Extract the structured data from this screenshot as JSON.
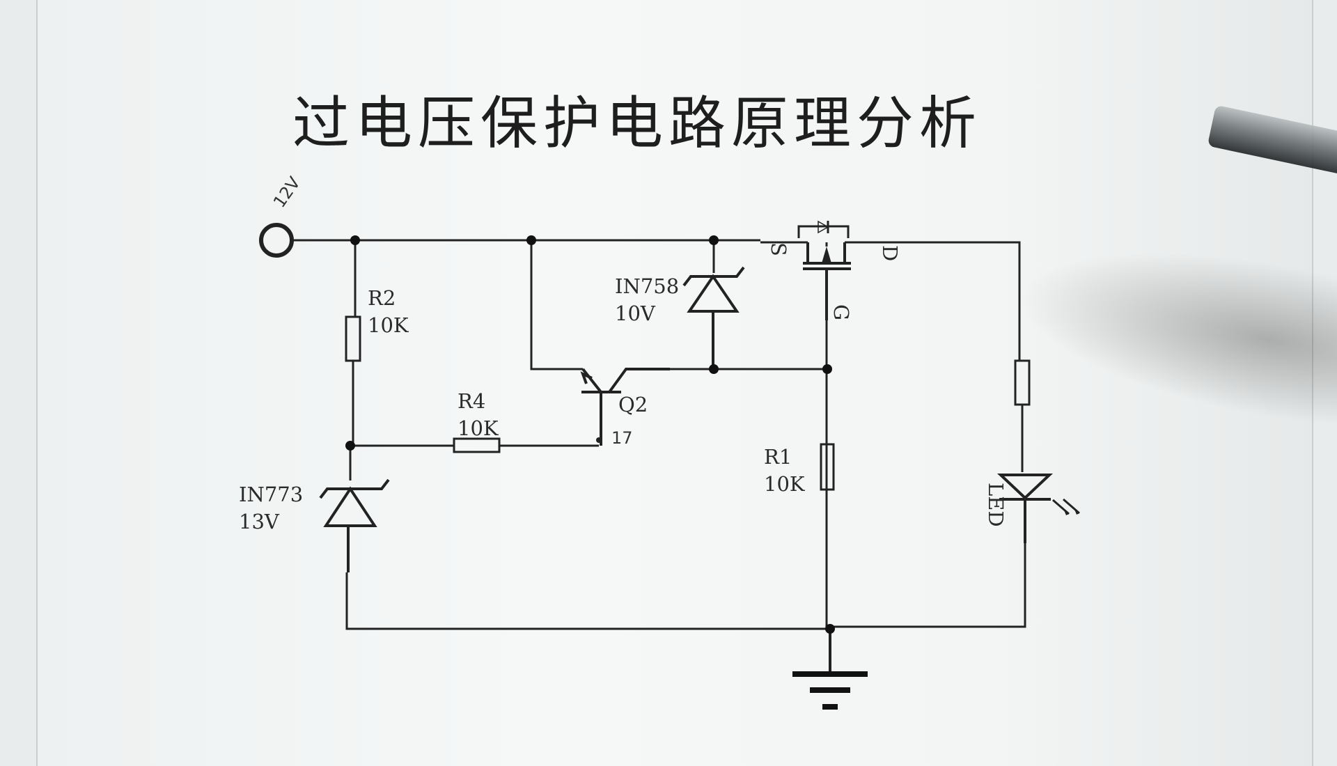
{
  "title": "过电压保护电路原理分析",
  "handwritten": {
    "supply": "12V",
    "base_note": "17"
  },
  "components": {
    "r2": {
      "name": "R2",
      "value": "10K"
    },
    "r4": {
      "name": "R4",
      "value": "10K"
    },
    "r1": {
      "name": "R1",
      "value": "10K"
    },
    "zener_top": {
      "name": "IN758",
      "value": "10V"
    },
    "zener_bottom": {
      "name": "IN773",
      "value": "13V"
    },
    "transistor": {
      "name": "Q2"
    },
    "mosfet": {
      "source": "S",
      "drain": "D",
      "gate": "G"
    },
    "led": {
      "name": "LED"
    }
  }
}
